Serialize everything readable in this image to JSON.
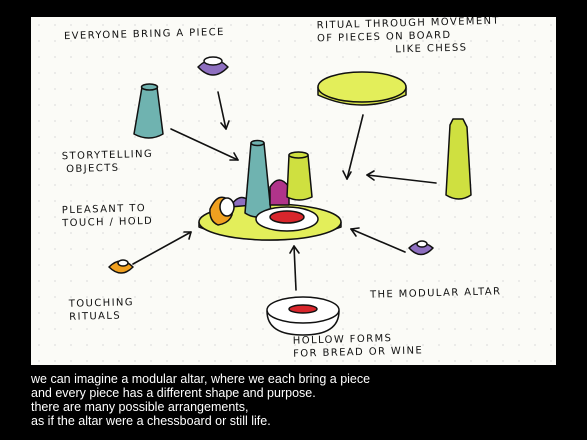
{
  "annotations": {
    "everyone_bring_a_piece": "EVERYONE BRING A PIECE",
    "ritual_through_movement": [
      "RITUAL THROUGH MOVEMENT",
      "OF PIECES ON BOARD",
      "LIKE CHESS"
    ],
    "storytelling_objects": [
      "STORYTELLING",
      "OBJECTS"
    ],
    "pleasant_to_touch": [
      "PLEASANT TO",
      "TOUCH / HOLD"
    ],
    "touching_rituals": [
      "TOUCHING",
      "RITUALS"
    ],
    "the_modular_altar": "THE MODULAR ALTAR",
    "hollow_forms": [
      "HOLLOW FORMS",
      "FOR BREAD OR WINE"
    ]
  },
  "caption": [
    "we can imagine a modular altar, where we each bring a piece",
    "and every piece has a different shape and purpose.",
    "there are many possible arrangements,",
    "as if the altar were a chessboard or still life."
  ],
  "colors": {
    "board_yellow": "#e3ee5a",
    "lime": "#cfe040",
    "teal": "#6fb3b0",
    "purple": "#8e6fc0",
    "magenta": "#b0348a",
    "red": "#d8262c",
    "orange": "#f0a020"
  }
}
